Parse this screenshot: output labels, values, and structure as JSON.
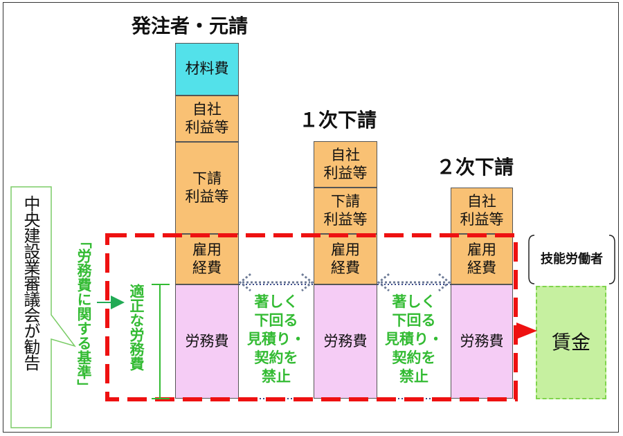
{
  "headings": {
    "prime": "発注者・元請",
    "sub1": "１次下請",
    "sub2": "２次下請"
  },
  "prime_column": {
    "materials": "材料費",
    "own_profit": "自社\n利益等",
    "sub_profit": "下請\n利益等",
    "employment": "雇用\n経費",
    "labor": "労務費"
  },
  "sub1_column": {
    "own_profit": "自社\n利益等",
    "sub_profit": "下請\n利益等",
    "employment": "雇用\n経費",
    "labor": "労務費"
  },
  "sub2_column": {
    "own_profit": "自社\n利益等",
    "employment": "雇用\n経費",
    "labor": "労務費"
  },
  "prohibition_text": "著しく\n下回る\n見積り・\n契約を\n禁止",
  "council_callout": "中央建設業審議会が勧告",
  "standard_label": "「労務費に関する基準」",
  "appropriate_labor": "適正な労務費",
  "worker_label": "技能労働者",
  "wage_label": "賃金",
  "colors": {
    "materials": "#53e1ea",
    "orange": "#f9c174",
    "labor": "#f5ccf5",
    "dashed_red": "#ee1111",
    "green": "#33bb33",
    "wage_fill": "#c6f0a0"
  }
}
